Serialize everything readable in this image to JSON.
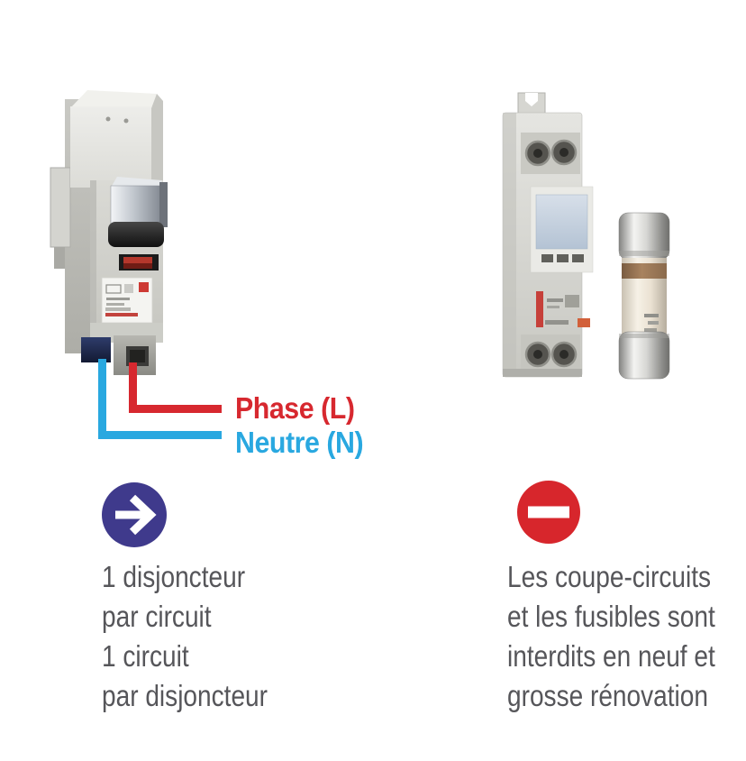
{
  "canvas": {
    "background": "#ffffff"
  },
  "left": {
    "illustration": "circuit-breaker-photo",
    "wires": {
      "phase": {
        "label": "Phase (L)",
        "color": "#d7282f"
      },
      "neutral": {
        "label": "Neutre (N)",
        "color": "#29a8e0"
      }
    },
    "icon": {
      "name": "arrow-right-circle-icon",
      "color": "#3f3a8c",
      "glyph_color": "#ffffff"
    },
    "caption": [
      "1 disjoncteur",
      "par circuit",
      "1 circuit",
      "par disjoncteur"
    ]
  },
  "right": {
    "illustration": "fuse-carrier-and-cartridge-photo",
    "icon": {
      "name": "no-entry-circle-icon",
      "color": "#d7262c",
      "glyph_color": "#ffffff"
    },
    "caption": [
      "Les coupe-circuits",
      "et les fusibles sont",
      "interdits en neuf et",
      "grosse rénovation"
    ]
  },
  "caption_color": "#56565a"
}
